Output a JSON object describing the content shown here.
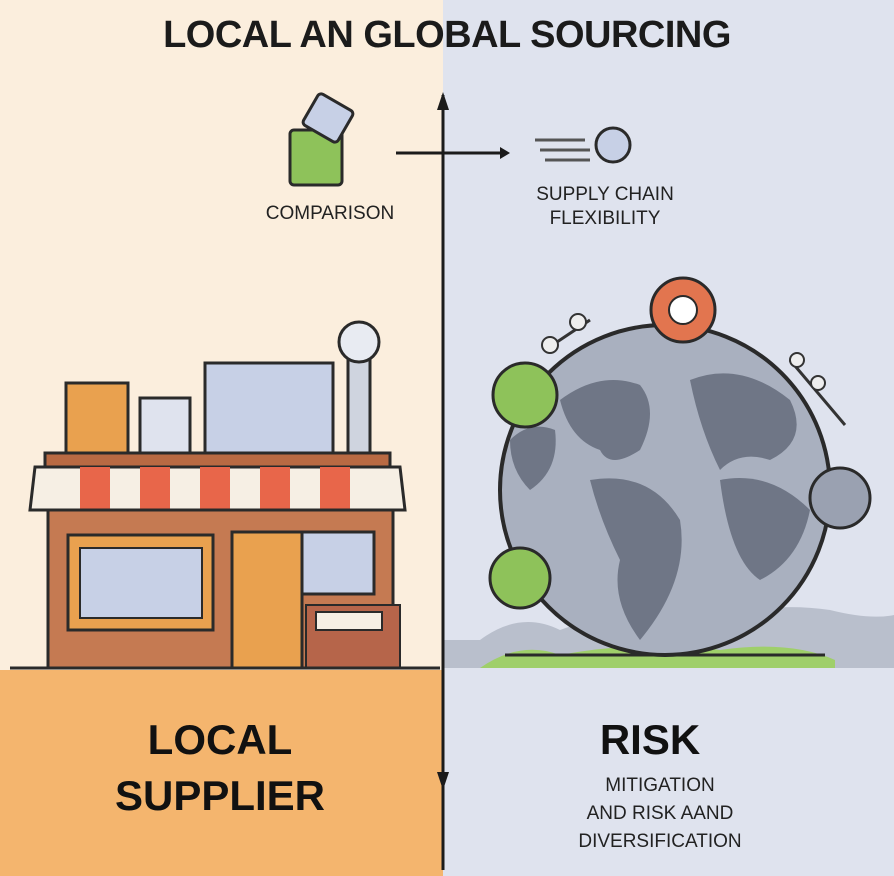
{
  "title": "LOCAL AN GLOBAL SOURCING",
  "left": {
    "comparison": "COMPARISON",
    "heading_line1": "LOCAL",
    "heading_line2": "SUPPLIER"
  },
  "right": {
    "flexibility_line1": "SUPPLY CHAIN",
    "flexibility_line2": "FLEXIBILITY",
    "heading": "RISK",
    "sub_line1": "MITIGATION",
    "sub_line2": "AND RISK AAND",
    "sub_line3": "DIVERSIFICATION"
  },
  "colors": {
    "left_bg": "#fbeedd",
    "left_bottom": "#f4b56e",
    "right_bg": "#dfe3ee",
    "awning_red": "#e8664a",
    "globe": "#a9b0bf",
    "green_badge": "#8ec25a",
    "orange_badge": "#e2754f"
  },
  "icons": [
    "document-stack-icon",
    "arrow-right-icon",
    "speed-coin-icon",
    "store-icon",
    "globe-icon",
    "vertical-axis-arrow-icon"
  ]
}
